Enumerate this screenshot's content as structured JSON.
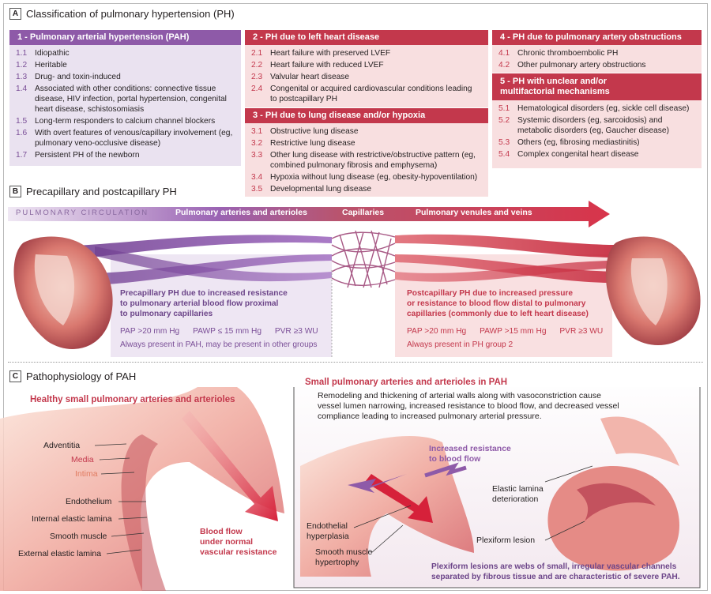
{
  "section_a": {
    "letter": "A",
    "title": "Classification of pulmonary hypertension (PH)",
    "group1": {
      "title": "1 - Pulmonary arterial hypertension (PAH)",
      "items": [
        {
          "num": "1.1",
          "text": "Idiopathic"
        },
        {
          "num": "1.2",
          "text": "Heritable"
        },
        {
          "num": "1.3",
          "text": "Drug- and toxin-induced"
        },
        {
          "num": "1.4",
          "text": "Associated with other conditions: connective tissue disease, HIV infection, portal hypertension, congenital heart disease, schistosomiasis"
        },
        {
          "num": "1.5",
          "text": "Long-term responders to calcium channel blockers"
        },
        {
          "num": "1.6",
          "text": "With overt features of venous/capillary involvement (eg, pulmonary veno-occlusive disease)"
        },
        {
          "num": "1.7",
          "text": "Persistent PH of the newborn"
        }
      ]
    },
    "group2": {
      "title": "2 - PH due to left heart disease",
      "items": [
        {
          "num": "2.1",
          "text": "Heart failure with preserved LVEF"
        },
        {
          "num": "2.2",
          "text": "Heart failure with reduced LVEF"
        },
        {
          "num": "2.3",
          "text": "Valvular heart disease"
        },
        {
          "num": "2.4",
          "text": "Congenital or acquired cardiovascular conditions leading to postcapillary PH"
        }
      ]
    },
    "group3": {
      "title": "3 - PH due to lung disease and/or hypoxia",
      "items": [
        {
          "num": "3.1",
          "text": "Obstructive lung disease"
        },
        {
          "num": "3.2",
          "text": "Restrictive lung disease"
        },
        {
          "num": "3.3",
          "text": "Other lung disease with restrictive/obstructive pattern (eg, combined pulmonary fibrosis and emphysema)"
        },
        {
          "num": "3.4",
          "text": "Hypoxia without lung disease (eg, obesity-hypoventilation)"
        },
        {
          "num": "3.5",
          "text": "Developmental lung disease"
        }
      ]
    },
    "group4": {
      "title": "4 - PH due to pulmonary artery obstructions",
      "items": [
        {
          "num": "4.1",
          "text": "Chronic thromboembolic PH"
        },
        {
          "num": "4.2",
          "text": "Other pulmonary artery obstructions"
        }
      ]
    },
    "group5": {
      "title_line1": "5 - PH with unclear and/or",
      "title_line2": "multifactorial mechanisms",
      "items": [
        {
          "num": "5.1",
          "text": "Hematological disorders (eg, sickle cell disease)"
        },
        {
          "num": "5.2",
          "text": "Systemic disorders (eg, sarcoidosis) and metabolic disorders (eg, Gaucher disease)"
        },
        {
          "num": "5.3",
          "text": "Others (eg, fibrosing mediastinitis)"
        },
        {
          "num": "5.4",
          "text": "Complex congenital heart disease"
        }
      ]
    }
  },
  "section_b": {
    "letter": "B",
    "title": "Precapillary and postcapillary PH",
    "circulation_label": "PULMONARY CIRCULATION",
    "arteries_label": "Pulmonary arteries and arterioles",
    "capillaries_label": "Capillaries",
    "venules_label": "Pulmonary venules and veins",
    "pre": {
      "line1": "Precapillary PH due to increased resistance",
      "line2": "to pulmonary arterial blood flow proximal",
      "line3": "to pulmonary capillaries",
      "pap": "PAP >20 mm Hg",
      "pawp": "PAWP ≤ 15 mm Hg",
      "pvr": "PVR ≥3 WU",
      "note": "Always present in PAH, may be present in other groups"
    },
    "post": {
      "line1": "Postcapillary PH due to increased pressure",
      "line2": "or resistance to blood flow distal to pulmonary",
      "line3": "capillaries (commonly due to left heart disease)",
      "pap": "PAP >20 mm Hg",
      "pawp": "PAWP >15 mm Hg",
      "pvr": "PVR ≥3 WU",
      "note": "Always present in PH group 2"
    }
  },
  "section_c": {
    "letter": "C",
    "title": "Pathophysiology of PAH",
    "healthy_title": "Healthy small pulmonary arteries and arterioles",
    "adventitia": "Adventitia",
    "media": "Media",
    "intima": "Intima",
    "endothelium": "Endothelium",
    "internal_elastic": "Internal elastic lamina",
    "smooth_muscle": "Smooth muscle",
    "external_elastic": "External elastic lamina",
    "blood_flow_1": "Blood flow",
    "blood_flow_2": "under normal",
    "blood_flow_3": "vascular resistance",
    "pah_title": "Small pulmonary arteries and arterioles in PAH",
    "pah_desc_1": "Remodeling and thickening of arterial walls along with vasoconstriction cause",
    "pah_desc_2": "vessel lumen narrowing, increased resistance to blood flow, and decreased vessel",
    "pah_desc_3": "compliance leading to increased pulmonary arterial pressure.",
    "increased_resistance_1": "Increased resistance",
    "increased_resistance_2": "to blood flow",
    "endothelial_1": "Endothelial",
    "endothelial_2": "hyperplasia",
    "smooth_hyper_1": "Smooth muscle",
    "smooth_hyper_2": "hypertrophy",
    "elastic_det_1": "Elastic lamina",
    "elastic_det_2": "deterioration",
    "plexiform": "Plexiform lesion",
    "plexiform_note_1": "Plexiform lesions are webs of small, irregular vascular channels",
    "plexiform_note_2": "separated by fibrous tissue and are characteristic of severe PAH."
  }
}
